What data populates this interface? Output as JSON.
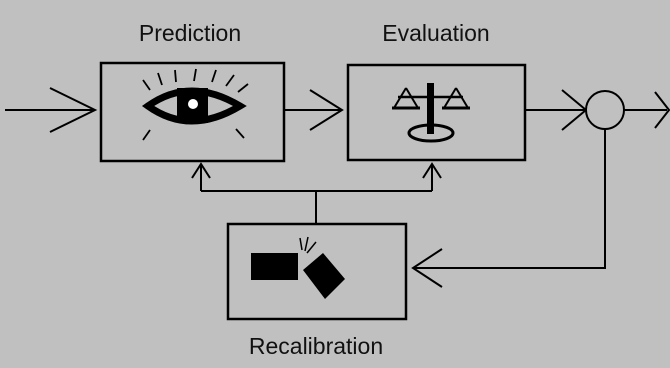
{
  "labels": {
    "prediction": "Prediction",
    "evaluation": "Evaluation",
    "recalibration": "Recalibration"
  },
  "colors": {
    "background": "#c0c0c0",
    "stroke": "#000000",
    "box_fill": "#c0c0c0",
    "icon_fill": "#000000",
    "icon_light": "#ffffff"
  },
  "icons": {
    "prediction": "eye-icon",
    "evaluation": "balance-scale-icon",
    "recalibration": "broken-bar-icon"
  }
}
